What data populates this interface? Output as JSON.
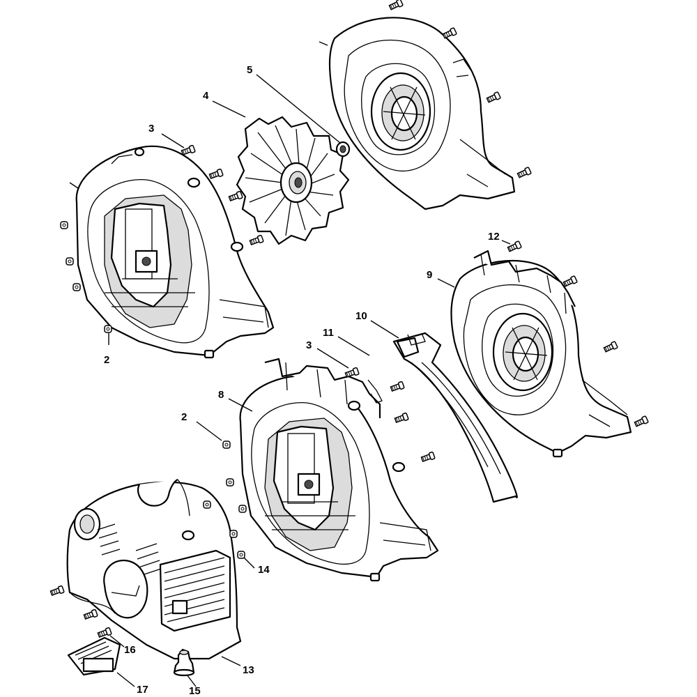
{
  "callouts": [
    {
      "id": "2",
      "label": "2"
    },
    {
      "id": "3",
      "label": "3"
    },
    {
      "id": "4",
      "label": "4"
    },
    {
      "id": "5",
      "label": "5"
    },
    {
      "id": "8",
      "label": "8"
    },
    {
      "id": "9",
      "label": "9"
    },
    {
      "id": "10",
      "label": "10"
    },
    {
      "id": "11",
      "label": "11"
    },
    {
      "id": "12",
      "label": "12"
    },
    {
      "id": "13",
      "label": "13"
    },
    {
      "id": "14",
      "label": "14"
    },
    {
      "id": "15",
      "label": "15"
    },
    {
      "id": "16",
      "label": "16"
    },
    {
      "id": "17",
      "label": "17"
    }
  ]
}
